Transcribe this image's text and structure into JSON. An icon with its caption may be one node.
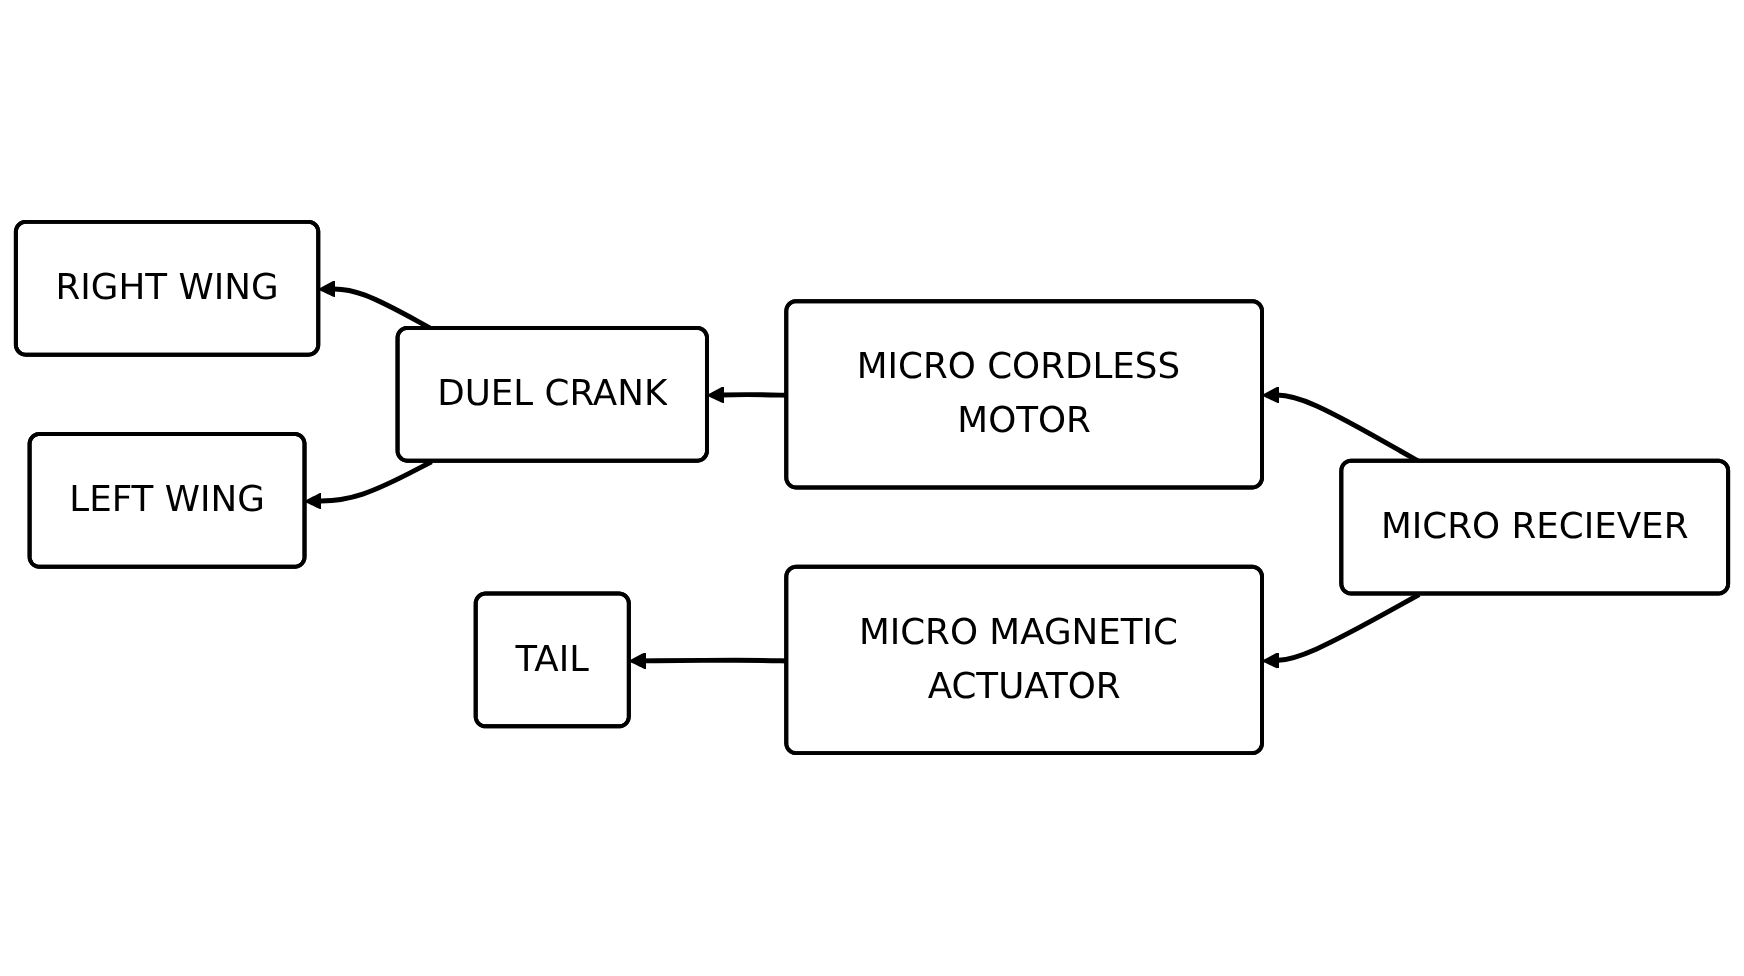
{
  "diagram": {
    "nodes": [
      {
        "text": [
          "RIGHT WING"
        ]
      },
      {
        "text": [
          "DUEL CRANK"
        ]
      },
      {
        "text": [
          "MICRO CORDLESS MOTOR"
        ]
      },
      {
        "text": [
          "MICRO RECIEVER"
        ]
      },
      {
        "text": [
          "MICRO MAGNETIC ACTUATOR"
        ]
      },
      {
        "text": [
          "TAIL"
        ]
      },
      {
        "text": [
          "LEFT WING"
        ]
      }
    ],
    "edges": [
      {
        "from": 3,
        "to": 2,
        "arrow": "to"
      },
      {
        "from": 2,
        "to": 1,
        "arrow": "to"
      },
      {
        "from": 1,
        "to": 0,
        "arrow": "to"
      },
      {
        "from": 1,
        "to": 6,
        "arrow": "to"
      },
      {
        "from": 3,
        "to": 4,
        "arrow": "to"
      },
      {
        "from": 4,
        "to": 5,
        "arrow": "to"
      }
    ]
  }
}
